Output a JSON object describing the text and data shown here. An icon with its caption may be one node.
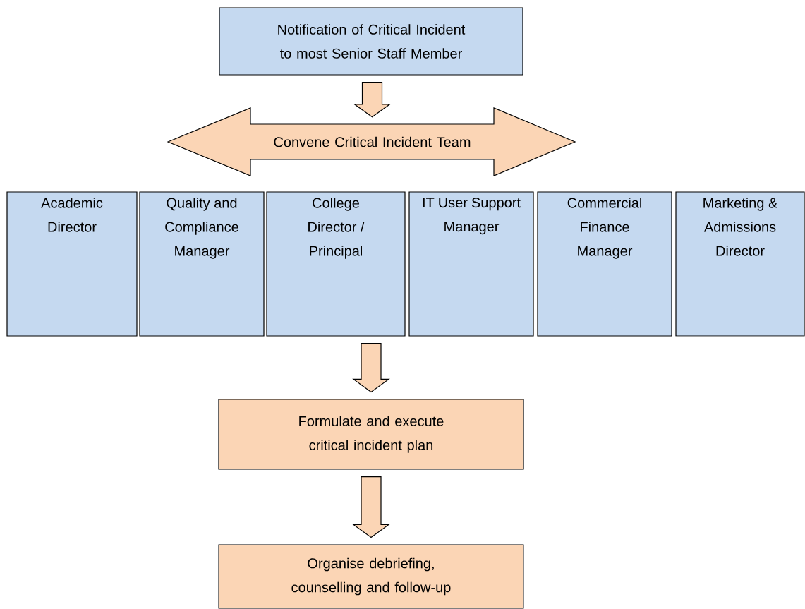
{
  "diagram": {
    "nodes": [
      {
        "text": [
          "Notification of Critical Incident to most Senior Staff Member"
        ]
      },
      {
        "text": [
          "Convene Critical Incident Team"
        ]
      },
      {
        "text": [
          "Academic Director"
        ]
      },
      {
        "text": [
          "Quality and Compliance Manager"
        ]
      },
      {
        "text": [
          "College Director / Principal"
        ]
      },
      {
        "text": [
          "IT User Support Manager"
        ]
      },
      {
        "text": [
          "Commercial Finance Manager"
        ]
      },
      {
        "text": [
          "Marketing & Admissions Director"
        ]
      },
      {
        "text": [
          "Formulate and execute critical incident plan"
        ]
      },
      {
        "text": [
          "Organise debriefing, counselling and follow-up"
        ]
      }
    ],
    "edges": [
      {
        "from": 0,
        "to": 1,
        "arrow": "to"
      },
      {
        "from": 4,
        "to": 8,
        "arrow": "to"
      },
      {
        "from": 8,
        "to": 9,
        "arrow": "to"
      }
    ]
  }
}
